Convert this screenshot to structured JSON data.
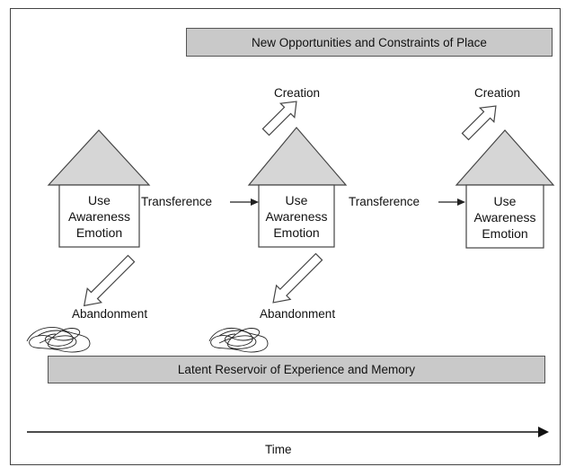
{
  "top_bar": "New Opportunities and Constraints of Place",
  "bottom_bar": "Latent Reservoir of Experience and Memory",
  "houses": [
    {
      "lines": [
        "Use",
        "Awareness",
        "Emotion"
      ]
    },
    {
      "lines": [
        "Use",
        "Awareness",
        "Emotion"
      ]
    },
    {
      "lines": [
        "Use",
        "Awareness",
        "Emotion"
      ]
    }
  ],
  "transference_labels": [
    "Transference",
    "Transference"
  ],
  "creation_labels": [
    "Creation",
    "Creation"
  ],
  "abandonment_labels": [
    "Abandonment",
    "Abandonment"
  ],
  "time_label": "Time",
  "colors": {
    "roof": "#d6d6d6",
    "bar": "#c9c9c9",
    "outline": "#555555"
  },
  "icons": [
    "hollow-arrow-up-right",
    "hollow-arrow-down-left",
    "scribble",
    "arrow-right"
  ]
}
